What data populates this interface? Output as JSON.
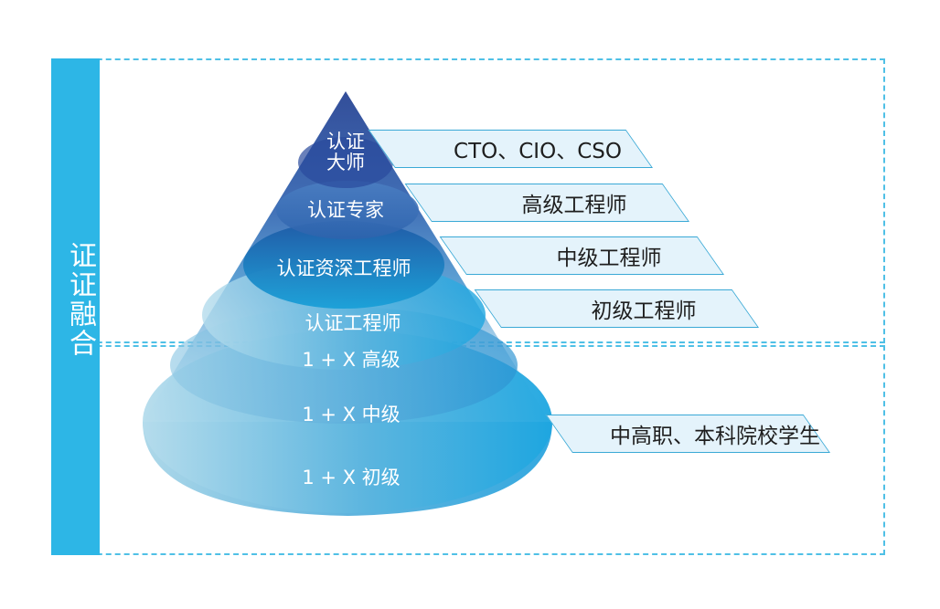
{
  "side_label": "证证融合",
  "tiers": [
    {
      "label": "认证大师"
    },
    {
      "label": "认证专家"
    },
    {
      "label": "认证资深工程师"
    },
    {
      "label": "认证工程师"
    },
    {
      "label": "1 + X 高级"
    },
    {
      "label": "1 + X 中级"
    },
    {
      "label": "1 + X 初级"
    }
  ],
  "tags": [
    {
      "label": "CTO、CIO、CSO"
    },
    {
      "label": "高级工程师"
    },
    {
      "label": "中级工程师"
    },
    {
      "label": "初级工程师"
    },
    {
      "label": "中高职、本科院校学生"
    }
  ],
  "colors": {
    "accent": "#2db6e6",
    "frame": "#4fc0e6",
    "tag_fill": "#e4f3fb",
    "tag_border": "#3aa9d6",
    "apex": "#1e3f92",
    "base": "#2fb2e3"
  }
}
